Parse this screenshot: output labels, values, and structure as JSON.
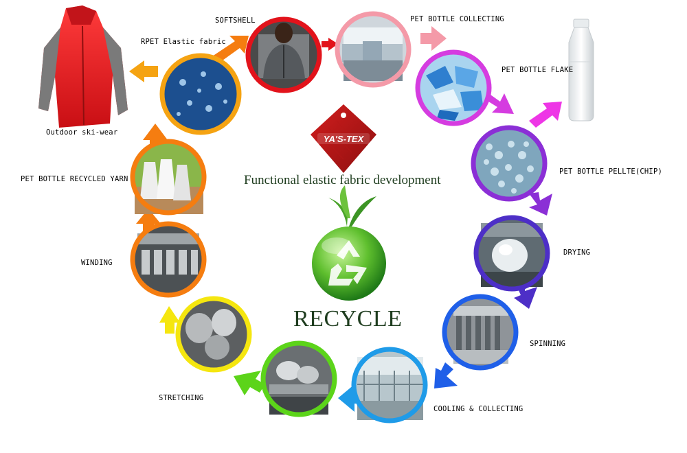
{
  "diagram": {
    "tagline": "Functional elastic fabric development",
    "center_label": "RECYCLE",
    "brand": "YA'S-TEX",
    "steps": [
      {
        "id": "softshell",
        "label": "SOFTSHELL",
        "color": "#e2131b",
        "picture": "softshell-jacket-man-photo"
      },
      {
        "id": "pet-bottle-collecting",
        "label": "PET BOTTLE COLLECTING",
        "color": "#f49aa8",
        "picture": "pet-bottle-bales-photo"
      },
      {
        "id": "pet-bottle-flake",
        "label": "PET BOTTLE FLAKE",
        "color": "#d53ce0",
        "picture": "blue-flakes-photo"
      },
      {
        "id": "pet-bottle-pellte",
        "label": "PET BOTTLE PELLTE(CHIP)",
        "color": "#8b2fd6",
        "picture": "chips-photo"
      },
      {
        "id": "drying",
        "label": "DRYING",
        "color": "#4d2fc7",
        "picture": "drying-tank-photo"
      },
      {
        "id": "spinning",
        "label": "SPINNING",
        "color": "#1f5fe8",
        "picture": "spinning-machine-photo"
      },
      {
        "id": "cooling-collecting",
        "label": "COOLING & COLLECTING",
        "color": "#1f9be8",
        "picture": "factory-hall-photo"
      },
      {
        "id": "stretching-photo-step",
        "label": "",
        "color": "#5cd41a",
        "picture": "stretching-machine-photo"
      },
      {
        "id": "stretching",
        "label": "STRETCHING",
        "color": "#f5e60f",
        "picture": "yarn-rolls-photo"
      },
      {
        "id": "winding",
        "label": "WINDING",
        "color": "#f57d10",
        "picture": "winding-machine-photo"
      },
      {
        "id": "pet-bottle-recycled-yarn",
        "label": "PET BOTTLE RECYCLED YARN",
        "color": "#f57d10",
        "picture": "yarn-cones-photo"
      },
      {
        "id": "rpet-elastic-fabric",
        "label": "RPET Elastic fabric",
        "color": "#f5a312",
        "picture": "blue-fabric-droplets-photo"
      }
    ],
    "outputs": [
      {
        "id": "outdoor-ski-wear",
        "label": "Outdoor ski-wear",
        "picture": "red-ski-jacket-photo"
      },
      {
        "id": "pet-bottle",
        "label": "",
        "picture": "clear-bottle-photo"
      }
    ]
  }
}
